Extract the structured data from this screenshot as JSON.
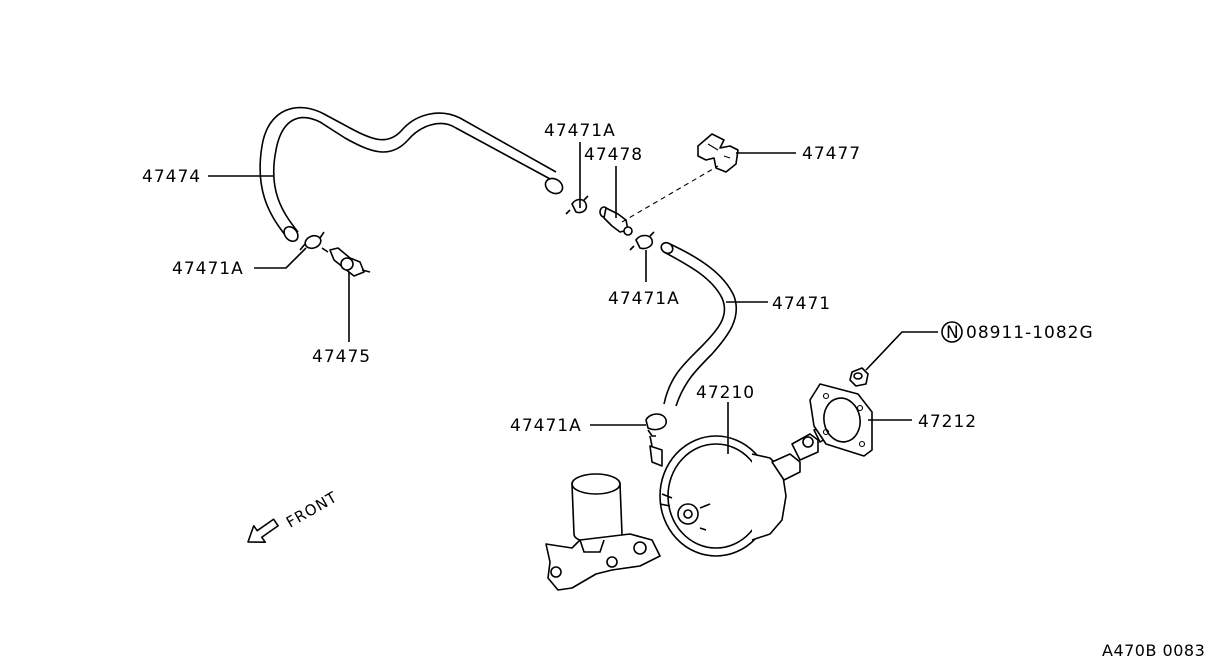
{
  "labels": {
    "hose_upper": "47474",
    "clamp_left": "47471A",
    "check_valve_left": "47475",
    "clamp_top": "47471A",
    "connector": "47478",
    "bracket": "47477",
    "clamp_mid": "47471A",
    "hose_lower": "47471",
    "nut_marker": "N",
    "nut": "08911-1082G",
    "booster": "47210",
    "gasket": "47212",
    "clamp_bottom": "47471A",
    "front": "FRONT",
    "diagram_code": "A470B 0083"
  },
  "colors": {
    "line": "#000000",
    "background": "#ffffff"
  }
}
